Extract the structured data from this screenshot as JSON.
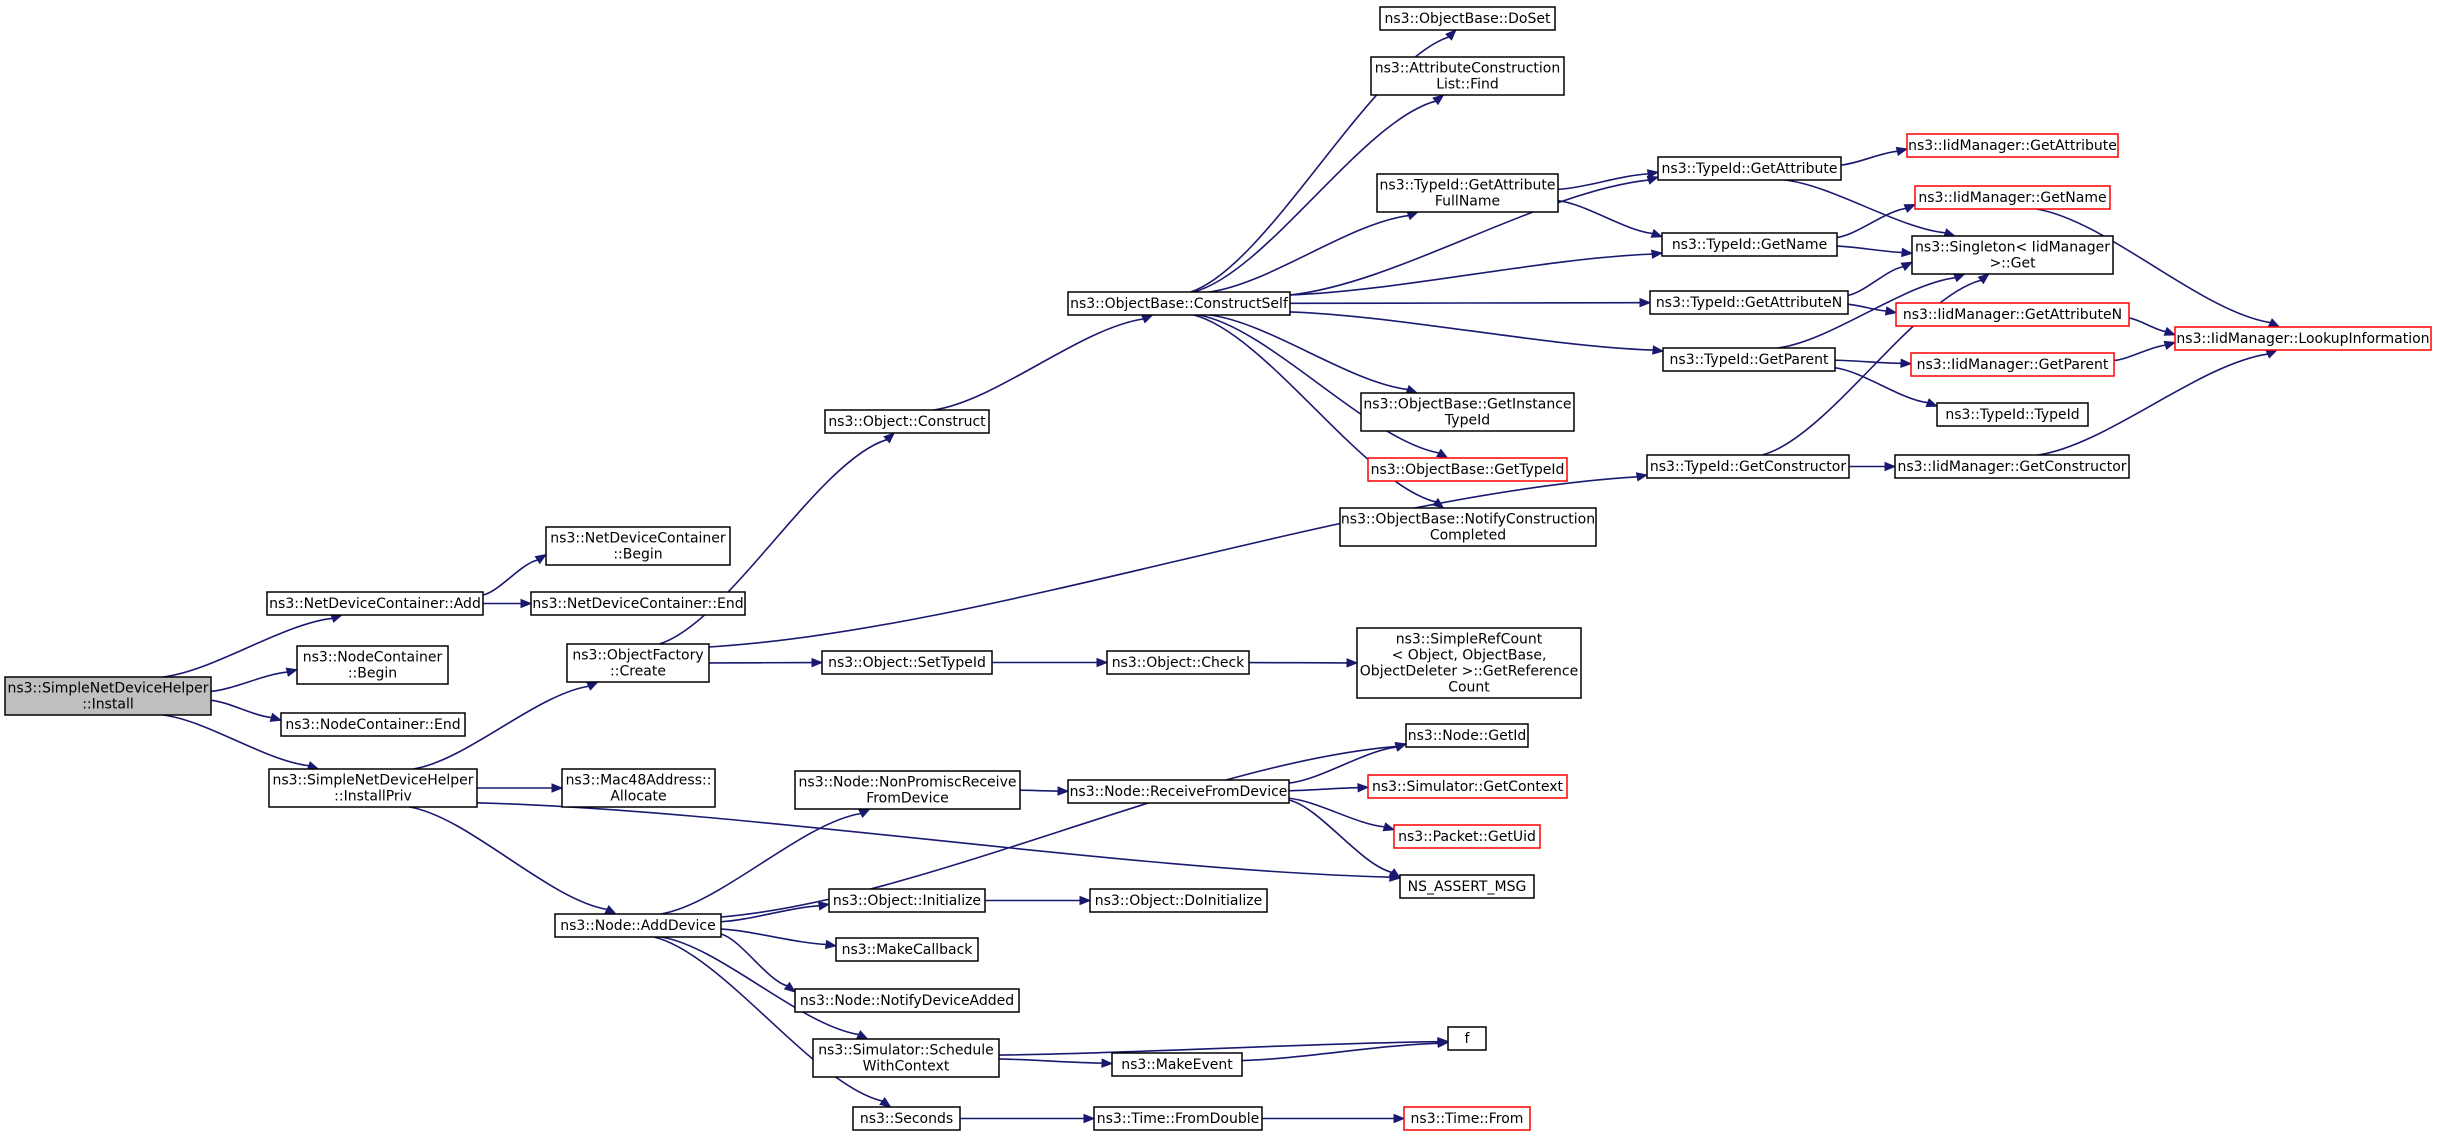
{
  "diagram": {
    "type": "call-graph",
    "nodes": [
      {
        "id": "install",
        "lines": [
          "ns3::SimpleNetDeviceHelper",
          "::Install"
        ],
        "style": "root"
      },
      {
        "id": "ndc_add",
        "lines": [
          "ns3::NetDeviceContainer::Add"
        ],
        "style": "normal"
      },
      {
        "id": "nc_begin",
        "lines": [
          "ns3::NodeContainer",
          "::Begin"
        ],
        "style": "normal"
      },
      {
        "id": "nc_end",
        "lines": [
          "ns3::NodeContainer::End"
        ],
        "style": "normal"
      },
      {
        "id": "installpriv",
        "lines": [
          "ns3::SimpleNetDeviceHelper",
          "::InstallPriv"
        ],
        "style": "normal"
      },
      {
        "id": "ndc_begin",
        "lines": [
          "ns3::NetDeviceContainer",
          "::Begin"
        ],
        "style": "normal"
      },
      {
        "id": "ndc_end",
        "lines": [
          "ns3::NetDeviceContainer::End"
        ],
        "style": "normal"
      },
      {
        "id": "of_create",
        "lines": [
          "ns3::ObjectFactory",
          "::Create"
        ],
        "style": "normal"
      },
      {
        "id": "mac_alloc",
        "lines": [
          "ns3::Mac48Address::",
          "Allocate"
        ],
        "style": "normal"
      },
      {
        "id": "node_adddev",
        "lines": [
          "ns3::Node::AddDevice"
        ],
        "style": "normal"
      },
      {
        "id": "obj_construct",
        "lines": [
          "ns3::Object::Construct"
        ],
        "style": "normal"
      },
      {
        "id": "obj_settypeid",
        "lines": [
          "ns3::Object::SetTypeId"
        ],
        "style": "normal"
      },
      {
        "id": "node_nonpromisc",
        "lines": [
          "ns3::Node::NonPromiscReceive",
          "FromDevice"
        ],
        "style": "normal"
      },
      {
        "id": "obj_initialize",
        "lines": [
          "ns3::Object::Initialize"
        ],
        "style": "normal"
      },
      {
        "id": "makecallback",
        "lines": [
          "ns3::MakeCallback"
        ],
        "style": "normal"
      },
      {
        "id": "node_notify",
        "lines": [
          "ns3::Node::NotifyDeviceAdded"
        ],
        "style": "normal"
      },
      {
        "id": "sim_schedule",
        "lines": [
          "ns3::Simulator::Schedule",
          "WithContext"
        ],
        "style": "normal"
      },
      {
        "id": "seconds",
        "lines": [
          "ns3::Seconds"
        ],
        "style": "normal"
      },
      {
        "id": "ob_constructself",
        "lines": [
          "ns3::ObjectBase::ConstructSelf"
        ],
        "style": "normal"
      },
      {
        "id": "obj_check",
        "lines": [
          "ns3::Object::Check"
        ],
        "style": "normal"
      },
      {
        "id": "node_receive",
        "lines": [
          "ns3::Node::ReceiveFromDevice"
        ],
        "style": "normal"
      },
      {
        "id": "obj_doinit",
        "lines": [
          "ns3::Object::DoInitialize"
        ],
        "style": "normal"
      },
      {
        "id": "makeevent",
        "lines": [
          "ns3::MakeEvent"
        ],
        "style": "normal"
      },
      {
        "id": "time_fromdouble",
        "lines": [
          "ns3::Time::FromDouble"
        ],
        "style": "normal"
      },
      {
        "id": "ob_doset",
        "lines": [
          "ns3::ObjectBase::DoSet"
        ],
        "style": "normal"
      },
      {
        "id": "acl_find",
        "lines": [
          "ns3::AttributeConstruction",
          "List::Find"
        ],
        "style": "normal"
      },
      {
        "id": "tid_getattrfullname",
        "lines": [
          "ns3::TypeId::GetAttribute",
          "FullName"
        ],
        "style": "normal"
      },
      {
        "id": "ob_getinstancetid",
        "lines": [
          "ns3::ObjectBase::GetInstance",
          "TypeId"
        ],
        "style": "normal"
      },
      {
        "id": "ob_gettypeid",
        "lines": [
          "ns3::ObjectBase::GetTypeId"
        ],
        "style": "red"
      },
      {
        "id": "ob_notifyconst",
        "lines": [
          "ns3::ObjectBase::NotifyConstruction",
          "Completed"
        ],
        "style": "normal"
      },
      {
        "id": "src_getref",
        "lines": [
          "ns3::SimpleRefCount",
          "< Object, ObjectBase,",
          "ObjectDeleter >::GetReference",
          "Count"
        ],
        "style": "normal"
      },
      {
        "id": "node_getid",
        "lines": [
          "ns3::Node::GetId"
        ],
        "style": "normal"
      },
      {
        "id": "sim_getcontext",
        "lines": [
          "ns3::Simulator::GetContext"
        ],
        "style": "red"
      },
      {
        "id": "packet_getuid",
        "lines": [
          "ns3::Packet::GetUid"
        ],
        "style": "red"
      },
      {
        "id": "ns_assert",
        "lines": [
          "NS_ASSERT_MSG"
        ],
        "style": "normal"
      },
      {
        "id": "f",
        "lines": [
          "f"
        ],
        "style": "normal"
      },
      {
        "id": "time_from",
        "lines": [
          "ns3::Time::From"
        ],
        "style": "red"
      },
      {
        "id": "tid_getattribute",
        "lines": [
          "ns3::TypeId::GetAttribute"
        ],
        "style": "normal"
      },
      {
        "id": "tid_getname",
        "lines": [
          "ns3::TypeId::GetName"
        ],
        "style": "normal"
      },
      {
        "id": "tid_getattributen",
        "lines": [
          "ns3::TypeId::GetAttributeN"
        ],
        "style": "normal"
      },
      {
        "id": "tid_getparent",
        "lines": [
          "ns3::TypeId::GetParent"
        ],
        "style": "normal"
      },
      {
        "id": "tid_getconstructor",
        "lines": [
          "ns3::TypeId::GetConstructor"
        ],
        "style": "normal"
      },
      {
        "id": "iid_getattribute",
        "lines": [
          "ns3::IidManager::GetAttribute"
        ],
        "style": "red"
      },
      {
        "id": "iid_getname",
        "lines": [
          "ns3::IidManager::GetName"
        ],
        "style": "red"
      },
      {
        "id": "singleton_get",
        "lines": [
          "ns3::Singleton< IidManager",
          ">::Get"
        ],
        "style": "normal"
      },
      {
        "id": "iid_getattributen",
        "lines": [
          "ns3::IidManager::GetAttributeN"
        ],
        "style": "red"
      },
      {
        "id": "iid_getparent",
        "lines": [
          "ns3::IidManager::GetParent"
        ],
        "style": "red"
      },
      {
        "id": "tid_typeid",
        "lines": [
          "ns3::TypeId::TypeId"
        ],
        "style": "normal"
      },
      {
        "id": "iid_getconstructor",
        "lines": [
          "ns3::IidManager::GetConstructor"
        ],
        "style": "normal"
      },
      {
        "id": "iid_lookup",
        "lines": [
          "ns3::IidManager::LookupInformation"
        ],
        "style": "red"
      }
    ],
    "edges": [
      [
        "install",
        "ndc_add"
      ],
      [
        "install",
        "nc_begin"
      ],
      [
        "install",
        "nc_end"
      ],
      [
        "install",
        "installpriv"
      ],
      [
        "ndc_add",
        "ndc_begin"
      ],
      [
        "ndc_add",
        "ndc_end"
      ],
      [
        "installpriv",
        "of_create"
      ],
      [
        "installpriv",
        "mac_alloc"
      ],
      [
        "installpriv",
        "node_adddev"
      ],
      [
        "installpriv",
        "ns_assert"
      ],
      [
        "of_create",
        "obj_construct"
      ],
      [
        "of_create",
        "obj_settypeid"
      ],
      [
        "of_create",
        "tid_getconstructor"
      ],
      [
        "obj_construct",
        "ob_constructself"
      ],
      [
        "obj_settypeid",
        "obj_check"
      ],
      [
        "obj_check",
        "src_getref"
      ],
      [
        "node_adddev",
        "node_getid"
      ],
      [
        "node_adddev",
        "node_nonpromisc"
      ],
      [
        "node_adddev",
        "obj_initialize"
      ],
      [
        "node_adddev",
        "makecallback"
      ],
      [
        "node_adddev",
        "node_notify"
      ],
      [
        "node_adddev",
        "sim_schedule"
      ],
      [
        "node_adddev",
        "seconds"
      ],
      [
        "node_nonpromisc",
        "node_receive"
      ],
      [
        "node_receive",
        "node_getid"
      ],
      [
        "node_receive",
        "sim_getcontext"
      ],
      [
        "node_receive",
        "packet_getuid"
      ],
      [
        "node_receive",
        "ns_assert"
      ],
      [
        "obj_initialize",
        "obj_doinit"
      ],
      [
        "sim_schedule",
        "f"
      ],
      [
        "sim_schedule",
        "makeevent"
      ],
      [
        "makeevent",
        "f"
      ],
      [
        "seconds",
        "time_fromdouble"
      ],
      [
        "time_fromdouble",
        "time_from"
      ],
      [
        "ob_constructself",
        "ob_doset"
      ],
      [
        "ob_constructself",
        "acl_find"
      ],
      [
        "ob_constructself",
        "tid_getattribute"
      ],
      [
        "ob_constructself",
        "tid_getattrfullname"
      ],
      [
        "ob_constructself",
        "tid_getname"
      ],
      [
        "ob_constructself",
        "tid_getattributen"
      ],
      [
        "ob_constructself",
        "tid_getparent"
      ],
      [
        "ob_constructself",
        "ob_getinstancetid"
      ],
      [
        "ob_constructself",
        "ob_gettypeid"
      ],
      [
        "ob_constructself",
        "ob_notifyconst"
      ],
      [
        "tid_getattrfullname",
        "tid_getattribute"
      ],
      [
        "tid_getattrfullname",
        "tid_getname"
      ],
      [
        "tid_getattribute",
        "iid_getattribute"
      ],
      [
        "tid_getattribute",
        "singleton_get"
      ],
      [
        "tid_getname",
        "iid_getname"
      ],
      [
        "tid_getname",
        "singleton_get"
      ],
      [
        "tid_getattributen",
        "singleton_get"
      ],
      [
        "tid_getattributen",
        "iid_getattributen"
      ],
      [
        "tid_getparent",
        "singleton_get"
      ],
      [
        "tid_getparent",
        "iid_getparent"
      ],
      [
        "tid_getparent",
        "tid_typeid"
      ],
      [
        "tid_getconstructor",
        "singleton_get"
      ],
      [
        "tid_getconstructor",
        "iid_getconstructor"
      ],
      [
        "iid_getname",
        "iid_lookup"
      ],
      [
        "iid_getattributen",
        "iid_lookup"
      ],
      [
        "iid_getparent",
        "iid_lookup"
      ],
      [
        "iid_getconstructor",
        "iid_lookup"
      ]
    ]
  }
}
